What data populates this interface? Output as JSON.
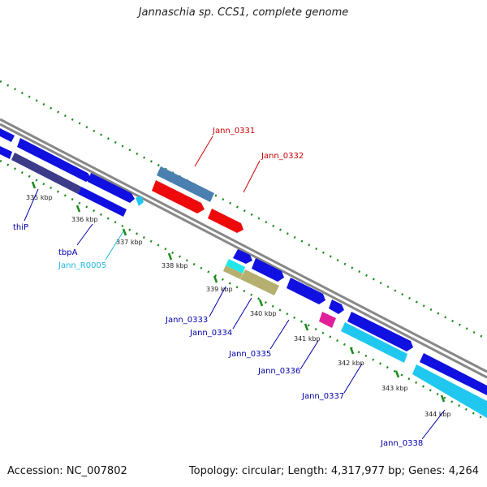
{
  "title": "Jannaschia sp. CCS1, complete genome",
  "footer": {
    "accession": "Accession: NC_007802",
    "topology": "Topology: circular; Length: 4,317,977 bp; Genes: 4,264"
  },
  "kbp_ticks": [
    "335 kbp",
    "336 kbp",
    "337 kbp",
    "338 kbp",
    "339 kbp",
    "340 kbp",
    "341 kbp",
    "342 kbp",
    "343 kbp",
    "344 kbp"
  ],
  "gene_labels": {
    "jann_0331": "Jann_0331",
    "jann_0332": "Jann_0332",
    "thip": "thiP",
    "tbpa": "tbpA",
    "jann_r0005": "Jann_R0005",
    "jann_0333": "Jann_0333",
    "jann_0334": "Jann_0334",
    "jann_0335": "Jann_0335",
    "jann_0336": "Jann_0336",
    "jann_0337": "Jann_0337",
    "jann_0338": "Jann_0338"
  },
  "colors": {
    "blue": "#1010e0",
    "red": "#ee0a0a",
    "cyan": "#20c8f0",
    "steel": "#4a7fb0",
    "olive": "#b6b070",
    "magenta": "#e0209a",
    "tick_green": "#1a8a1a",
    "backbone": "#888888",
    "label_blue": "#0000aa",
    "label_red": "#cc0000",
    "label_cyan": "#20b8e0"
  }
}
